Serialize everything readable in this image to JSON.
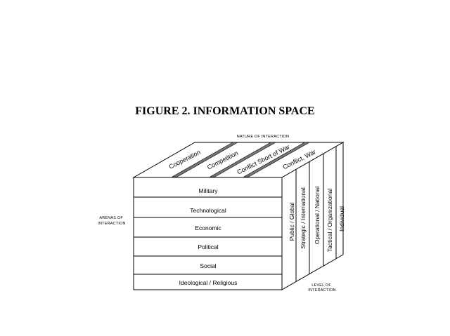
{
  "figure": {
    "title": "FIGURE 2. INFORMATION SPACE",
    "top_axis_label": "NATURE OF INTERACTION",
    "left_axis_label_lines": [
      "ARENAS OF",
      "INTERACTION"
    ],
    "right_axis_label_lines": [
      "LEVEL OF",
      "INTERACTION"
    ],
    "nature_of_interaction": [
      {
        "label": "Cooperation"
      },
      {
        "label": "Competition"
      },
      {
        "label": "Conflict Short of War"
      },
      {
        "label": "Conflict, War"
      }
    ],
    "arenas": [
      {
        "label": "Military"
      },
      {
        "label": "Technological"
      },
      {
        "label": "Economic"
      },
      {
        "label": "Political"
      },
      {
        "label": "Social"
      },
      {
        "label": "Ideological / Religious"
      }
    ],
    "levels": [
      {
        "label": "Public / Global"
      },
      {
        "label": "Strategic / International"
      },
      {
        "label": "Operational / National"
      },
      {
        "label": "Tactical / Organizational"
      },
      {
        "label": "Individual"
      }
    ]
  }
}
